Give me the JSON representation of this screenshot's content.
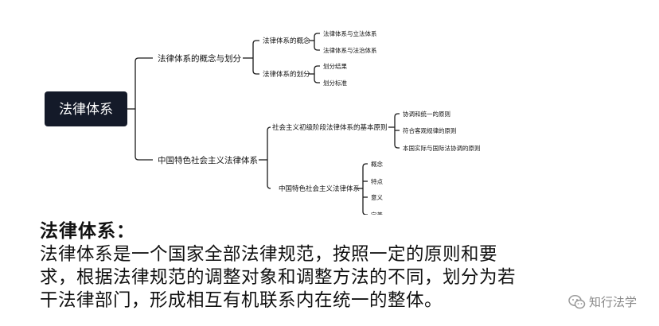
{
  "mindmap": {
    "root": "法律体系",
    "branches": [
      {
        "label": "法律体系的概念与划分",
        "children": [
          {
            "label": "法律体系的概念",
            "children": [
              "法律体系与立法体系",
              "法律体系与法治体系"
            ]
          },
          {
            "label": "法律体系的划分",
            "children": [
              "划分结果",
              "划分标准"
            ]
          }
        ]
      },
      {
        "label": "中国特色社会主义法律体系",
        "children": [
          {
            "label": "社会主义初级阶段法律体系的基本原则",
            "children": [
              "协调和统一的原则",
              "符合客观规律的原则",
              "本国实际与国际法协调的原则"
            ]
          },
          {
            "label": "中国特色社会主义法律体系",
            "children": [
              "概念",
              "特点",
              "意义",
              "完善"
            ]
          }
        ]
      }
    ]
  },
  "definition": {
    "heading": "法律体系：",
    "lines": [
      "法律体系是一个国家全部法律规范，按照一定的原则和要",
      "求，根据法律规范的调整对象和调整方法的不同，划分为若",
      "干法律部门，形成相互有机联系内在统一的整体。"
    ]
  },
  "watermark": {
    "text": "知行法学",
    "icon": "wechat-icon"
  }
}
